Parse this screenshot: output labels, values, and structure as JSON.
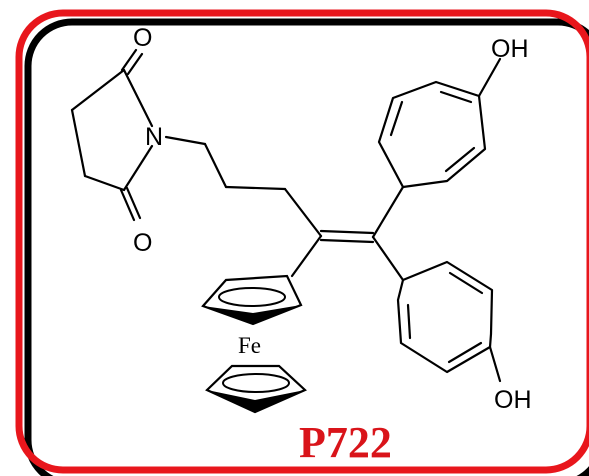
{
  "labels": {
    "imide_oxygen_top": "O",
    "imide_oxygen_bottom": "O",
    "imide_nitrogen": "N",
    "hydroxyl_top": "OH",
    "hydroxyl_bottom": "OH",
    "iron": "Fe"
  },
  "compound_id": "P722",
  "colors": {
    "frame": "#e8161c",
    "label": "#d9141a",
    "bond": "#000000"
  }
}
